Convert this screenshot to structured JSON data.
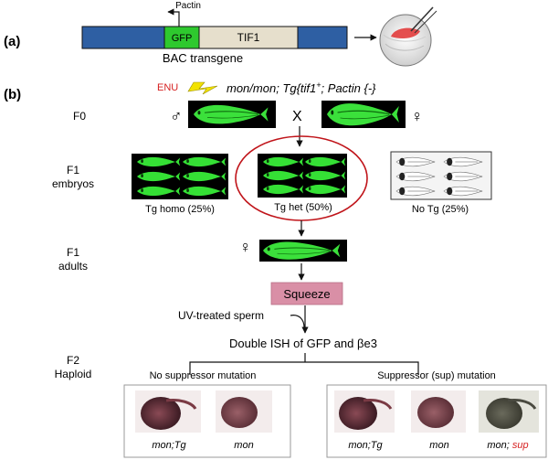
{
  "panel_a": {
    "label": "(a)",
    "promoter_label": "Pactin",
    "gfp_label": "GFP",
    "gene_label": "TIF1",
    "construct_label": "BAC transgene",
    "colors": {
      "bac": "#2e5fa3",
      "gfp": "#2ec92e",
      "tif1": "#e6dfcc"
    }
  },
  "panel_b": {
    "label": "(b)",
    "mutagen": "ENU",
    "f0_label": "F0",
    "genotype_prefix": "mon/mon; ",
    "genotype_tg": "Tg{tif1",
    "genotype_tg_sup": "+",
    "genotype_suffix": "; Pactin {-}",
    "male_symbol": "♂",
    "cross_symbol": "X",
    "female_symbol": "♀",
    "f1_embryos_label": [
      "F1",
      "embryos"
    ],
    "tg_homo_caption": "Tg homo (25%)",
    "tg_het_caption": "Tg het (50%)",
    "no_tg_caption": "No Tg (25%)",
    "f1_adults_label": [
      "F1",
      "adults"
    ],
    "squeeze_label": "Squeeze",
    "sperm_label": "UV-treated sperm",
    "ish_label": "Double ISH of GFP and βe3",
    "f2_label": [
      "F2",
      "Haploid"
    ],
    "no_suppressor_label": "No suppressor mutation",
    "suppressor_label": "Suppressor (sup) mutation",
    "left_embryos": [
      "mon;Tg",
      "mon"
    ],
    "right_embryos": [
      "mon;Tg",
      "mon"
    ],
    "sup_embryo_prefix": "mon; ",
    "sup_embryo_suffix": "sup",
    "colors": {
      "enu": "#d62020",
      "highlight_oval": "#c0141a",
      "squeeze_box": "#d98fa6",
      "sup_text": "#d62020",
      "bolt": "#f2e200"
    }
  }
}
